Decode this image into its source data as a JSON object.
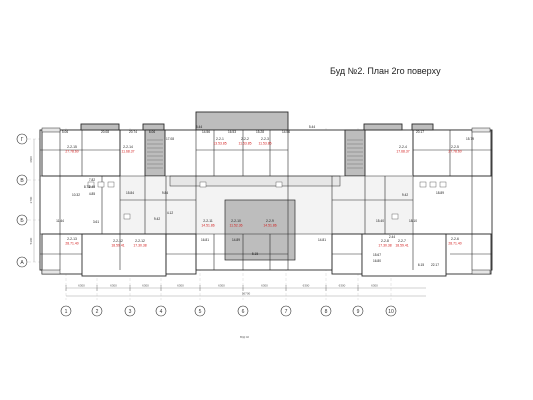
{
  "title": "Буд  №2.  План 2го поверху",
  "colors": {
    "wall": "#2b2b2b",
    "shade": "#bdbdbd",
    "light": "#e6e6e6",
    "red": "#d21b1b",
    "line": "#8a8a8a"
  },
  "axes": {
    "rows": [
      "Г",
      "В",
      "Б",
      "А"
    ],
    "cols": [
      "1",
      "2",
      "3",
      "4",
      "5",
      "6",
      "7",
      "8",
      "9",
      "10"
    ]
  },
  "bottom_dims": [
    "6300",
    "6300",
    "6300",
    "6300",
    "6300",
    "6300",
    "6300",
    "6300",
    "6300"
  ],
  "bottom_total": "56700",
  "left_dims": [
    "4600",
    "2700",
    "5300"
  ],
  "apartments": [
    {
      "code": "2-2-15",
      "area": "27.78.60"
    },
    {
      "code": "2-2-14",
      "area": "11.68.37"
    },
    {
      "code": "2-2-1",
      "area": "13.53.85"
    },
    {
      "code": "2-2-2",
      "area": "11.53.85"
    },
    {
      "code": "2-2-3",
      "area": "11.53.85"
    },
    {
      "code": "2-2-4",
      "area": "17.68.37"
    },
    {
      "code": "2-2-5",
      "area": "27.78.60"
    },
    {
      "code": "2-2-13",
      "area": "28.71.40"
    },
    {
      "code": "2-2-12",
      "area": "18.59.41"
    },
    {
      "code": "2-2-12",
      "area": "17.30.38"
    },
    {
      "code": "2-2-11",
      "area": "14.51.86"
    },
    {
      "code": "2-2-10",
      "area": "11.52.36"
    },
    {
      "code": "2-2-9",
      "area": "14.51.86"
    },
    {
      "code": "2-2-8",
      "area": "17.30.38"
    },
    {
      "code": "2-2-7",
      "area": "18.59.41"
    },
    {
      "code": "2-2-6",
      "area": "28.71.40"
    }
  ],
  "room_areas": [
    "5.06",
    "20.08",
    "20.74",
    "6.06",
    "17.08",
    "15.79",
    "10.32",
    "8.72",
    "7.82",
    "2.45",
    "4.85",
    "11.44",
    "3.61",
    "15.84",
    "9.42",
    "9.84",
    "4.12",
    "5.44",
    "14.56",
    "16.53",
    "15.28",
    "14.56",
    "5.44",
    "16.81",
    "14.89",
    "5.15",
    "14.81",
    "16.80",
    "2.44",
    "18.89",
    "22.17",
    "6.15",
    "15.67",
    "18.10",
    "15.40",
    "20.17",
    "9.42"
  ],
  "footnote": "ВІД 02"
}
